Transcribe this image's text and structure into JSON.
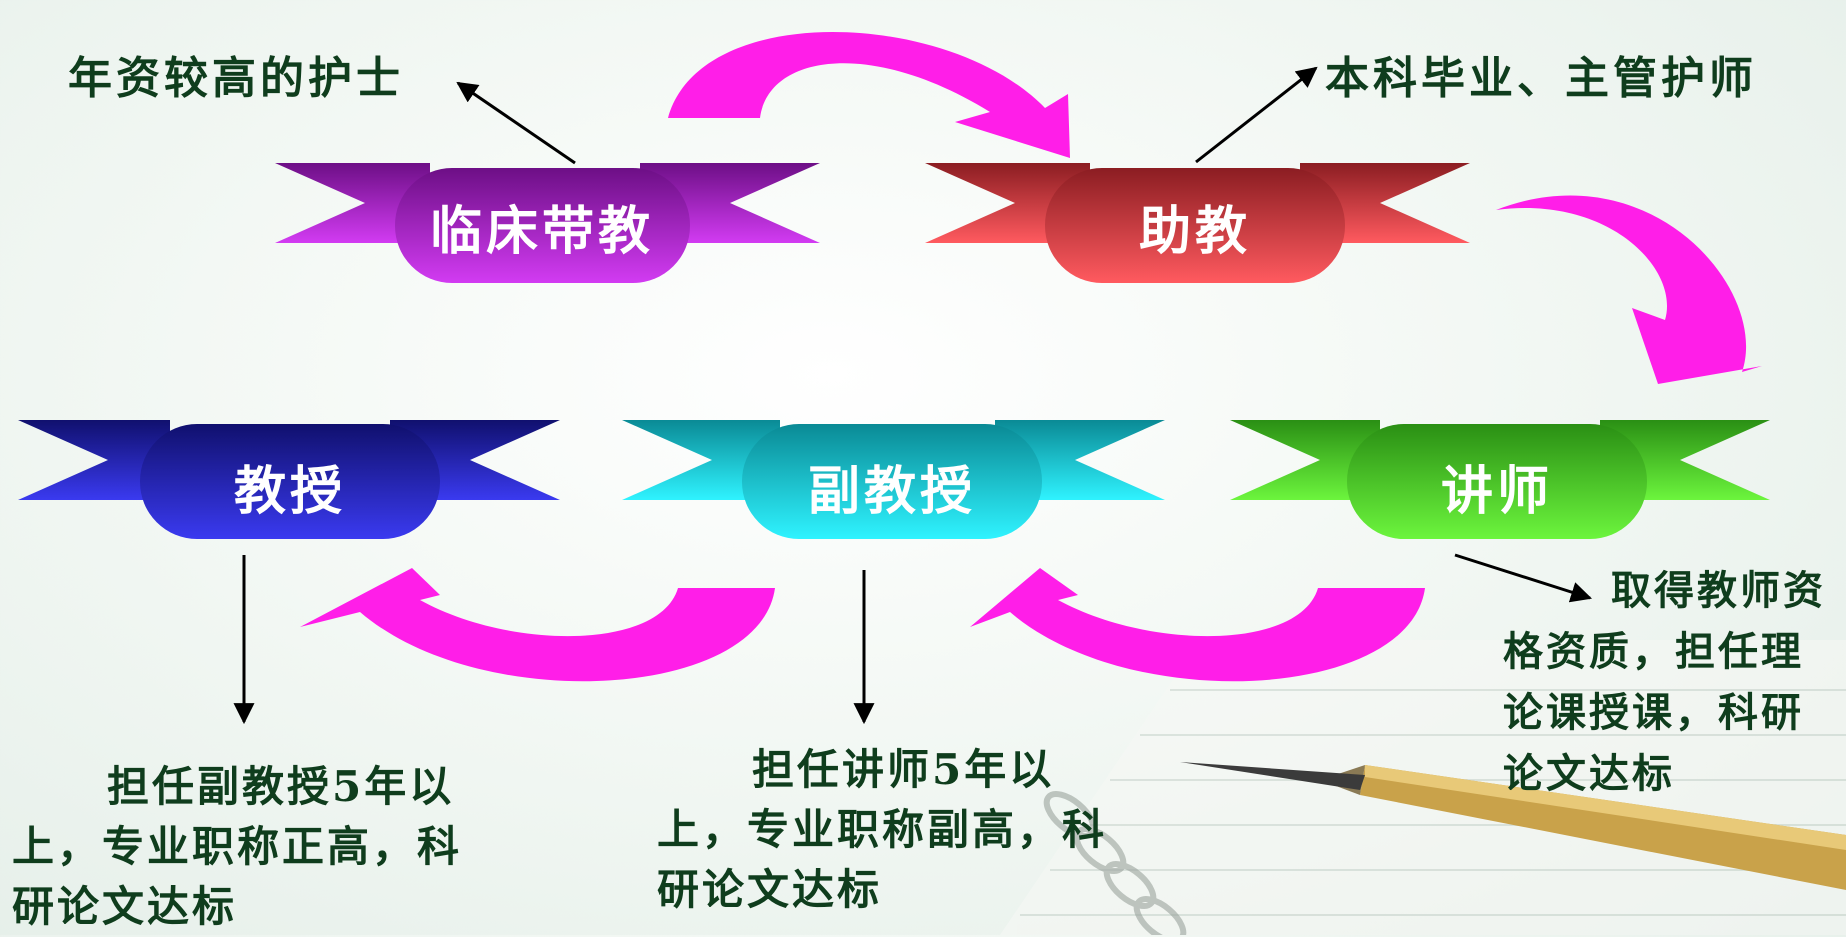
{
  "ribbons": {
    "clinical": {
      "label": "临床带教",
      "color": "#b21fd6"
    },
    "assistant": {
      "label": "助教",
      "color": "#e2444e"
    },
    "professor": {
      "label": "教授",
      "color": "#2c28d8"
    },
    "associate": {
      "label": "副教授",
      "color": "#14dfe6"
    },
    "lecturer": {
      "label": "讲师",
      "color": "#52d92d"
    }
  },
  "annotations": {
    "clinical": "年资较高的护士",
    "assistant": "本科毕业、主管护师",
    "lecturer": "取得教师资格资质，担任理论课授课，科研论文达标",
    "professor": "担任副教授5年以上，专业职称正高，科研论文达标",
    "associate": "担任讲师5年以上，专业职称副高，科研论文达标"
  },
  "colors": {
    "flow_arrow": "#ff1ee8",
    "text": "#0f3d1d"
  }
}
